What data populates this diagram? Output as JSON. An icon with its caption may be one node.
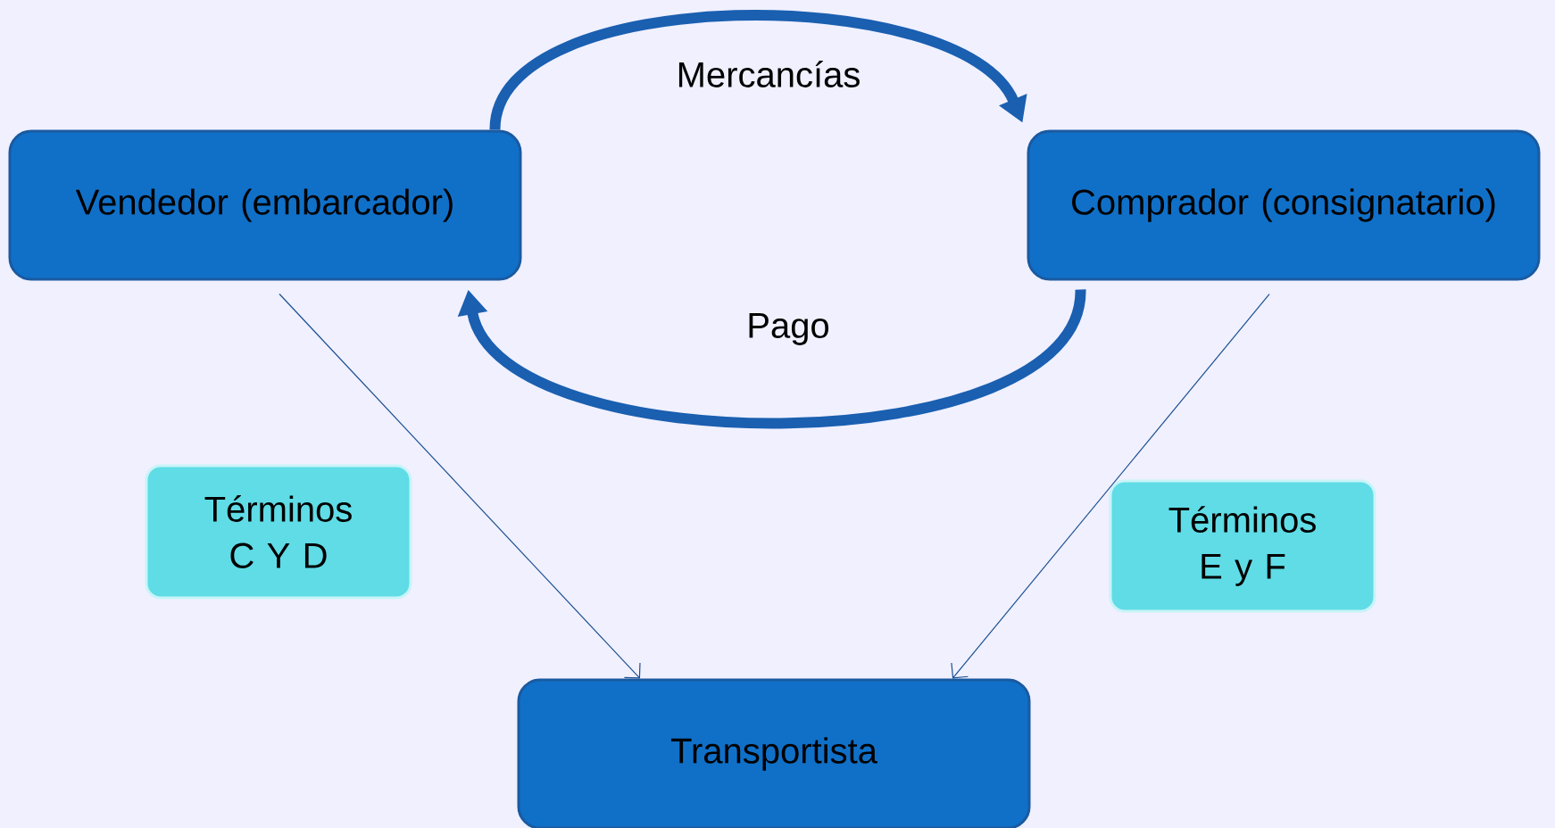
{
  "diagram": {
    "nodes": [
      {
        "text": [
          "Vendedor (embarcador)"
        ]
      },
      {
        "text": [
          "Comprador (consignatario)"
        ]
      },
      {
        "text": [
          "Transportista"
        ]
      },
      {
        "text": [
          "Términos C Y D"
        ]
      },
      {
        "text": [
          "Términos E y F"
        ]
      }
    ],
    "edges": [
      {
        "from": 0,
        "to": 1,
        "arrow": "to",
        "label": "Mercancías",
        "style": "thick"
      },
      {
        "from": 1,
        "to": 0,
        "arrow": "to",
        "label": "Pago",
        "style": "thick"
      },
      {
        "from": 0,
        "to": 2,
        "arrow": "to"
      },
      {
        "from": 1,
        "to": 2,
        "arrow": "to"
      }
    ]
  }
}
